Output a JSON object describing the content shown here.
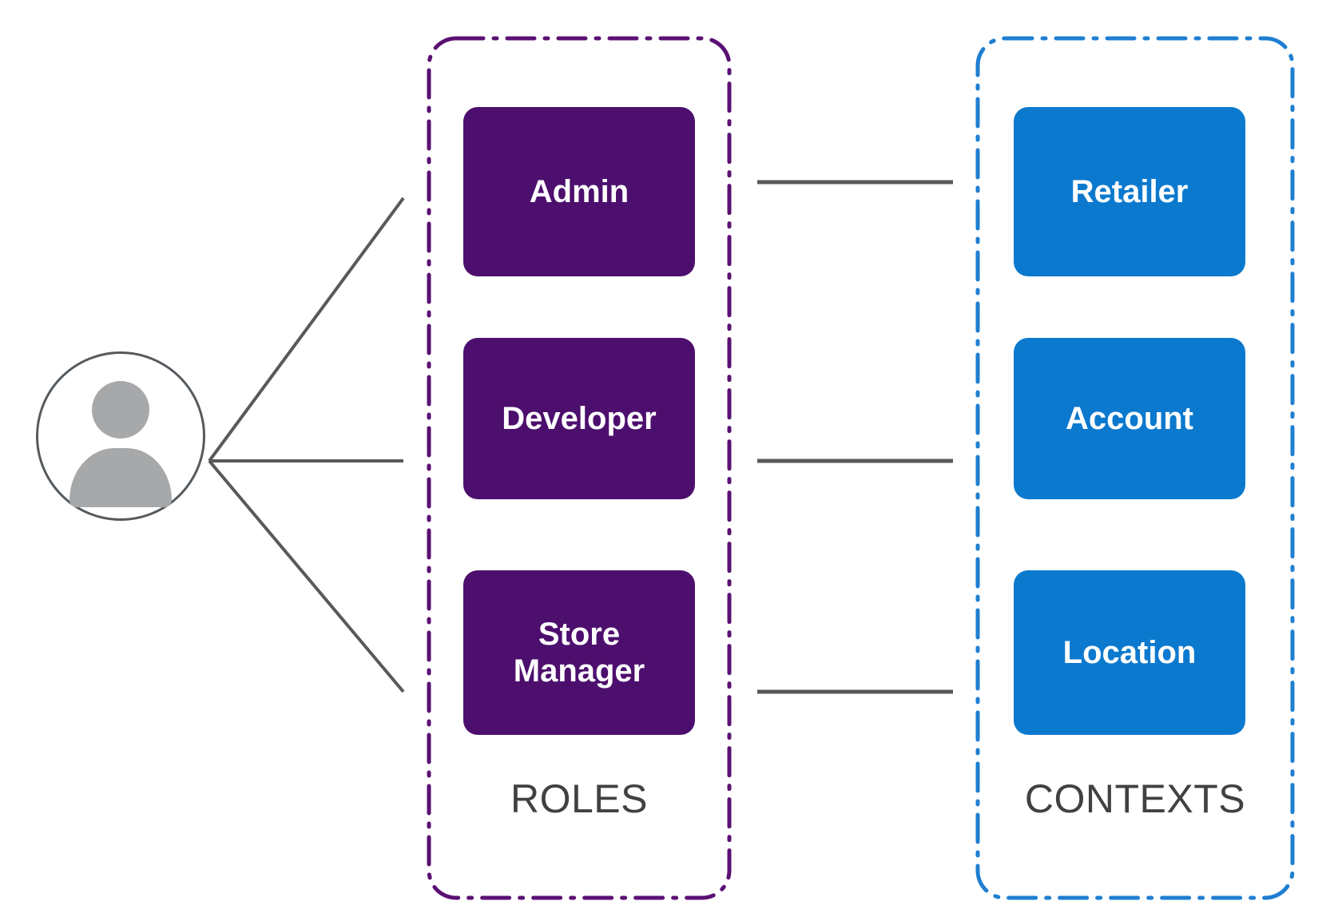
{
  "diagram": {
    "title": "Roles and Contexts assignment diagram",
    "type": "relationship-diagram",
    "background_color": "#ffffff",
    "actor": {
      "icon": "user-avatar-icon",
      "label": "",
      "circle_stroke_color": "#555a5e",
      "silhouette_color": "#a6a8aa"
    },
    "groups": [
      {
        "id": "roles",
        "label": "ROLES",
        "border_color": "#5b1073",
        "border_style": "dash-dot",
        "chip_color": "#4d0f6e",
        "chip_text_color": "#ffffff",
        "items": [
          {
            "label": "Admin"
          },
          {
            "label": "Developer"
          },
          {
            "label": "Store\nManager"
          }
        ]
      },
      {
        "id": "contexts",
        "label": "CONTEXTS",
        "border_color": "#1f7fd1",
        "border_style": "dash-dot",
        "chip_color": "#0b79ce",
        "chip_text_color": "#ffffff",
        "items": [
          {
            "label": "Retailer"
          },
          {
            "label": "Account"
          },
          {
            "label": "Location"
          }
        ]
      }
    ],
    "connectors": {
      "color": "#595959",
      "actor_to_roles": [
        {
          "from": "user-avatar",
          "to": "Admin"
        },
        {
          "from": "user-avatar",
          "to": "Developer"
        },
        {
          "from": "user-avatar",
          "to": "Store Manager"
        }
      ],
      "roles_to_contexts": [
        {
          "from": "Admin",
          "to": "Retailer"
        },
        {
          "from": "Developer",
          "to": "Account"
        },
        {
          "from": "Store Manager",
          "to": "Location"
        }
      ]
    },
    "label_color": "#414141"
  }
}
